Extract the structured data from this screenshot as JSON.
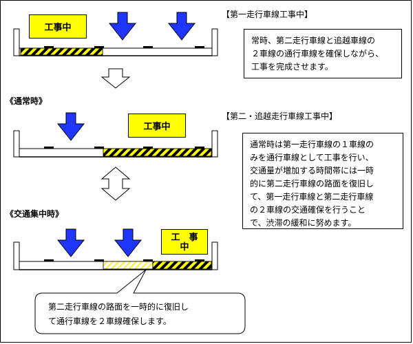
{
  "headings": {
    "first_lane_work": "【第一走行車線工事中】",
    "second_passing_work": "【第二・追越走行車線工事中】"
  },
  "descriptions": {
    "first_lane_work": [
      "常時、第二走行車線と追越車線の",
      "２車線の通行車線を確保しながら、",
      "工事を完成させます。"
    ],
    "second_passing_work": [
      "通常時は第一走行車線の１車線の",
      "みを通行車線として工事を行い、",
      "交通量が増加する時間帯には一時",
      "的に第二走行車線の路面を復旧し",
      "て、第一走行車線と第二走行車線",
      "の２車線の交通確保を行うこと",
      "で、渋滞の緩和に努めます。"
    ]
  },
  "labels": {
    "normal": "《通常時》",
    "congestion": "《交通集中時》"
  },
  "work_signs": {
    "diagram1": "工事中",
    "diagram2": "工事中",
    "diagram3_line1": "工　事",
    "diagram3_line2": "中"
  },
  "callout": [
    "第二走行車線の路面を一時的に復旧し",
    "て通行車線を２車線確保します。"
  ],
  "colors": {
    "arrow_blue": "#1f36ff",
    "sign_yellow": "#ffff00",
    "hatch_yellow": "#ffff00",
    "hatch_light": "#ffff66"
  }
}
